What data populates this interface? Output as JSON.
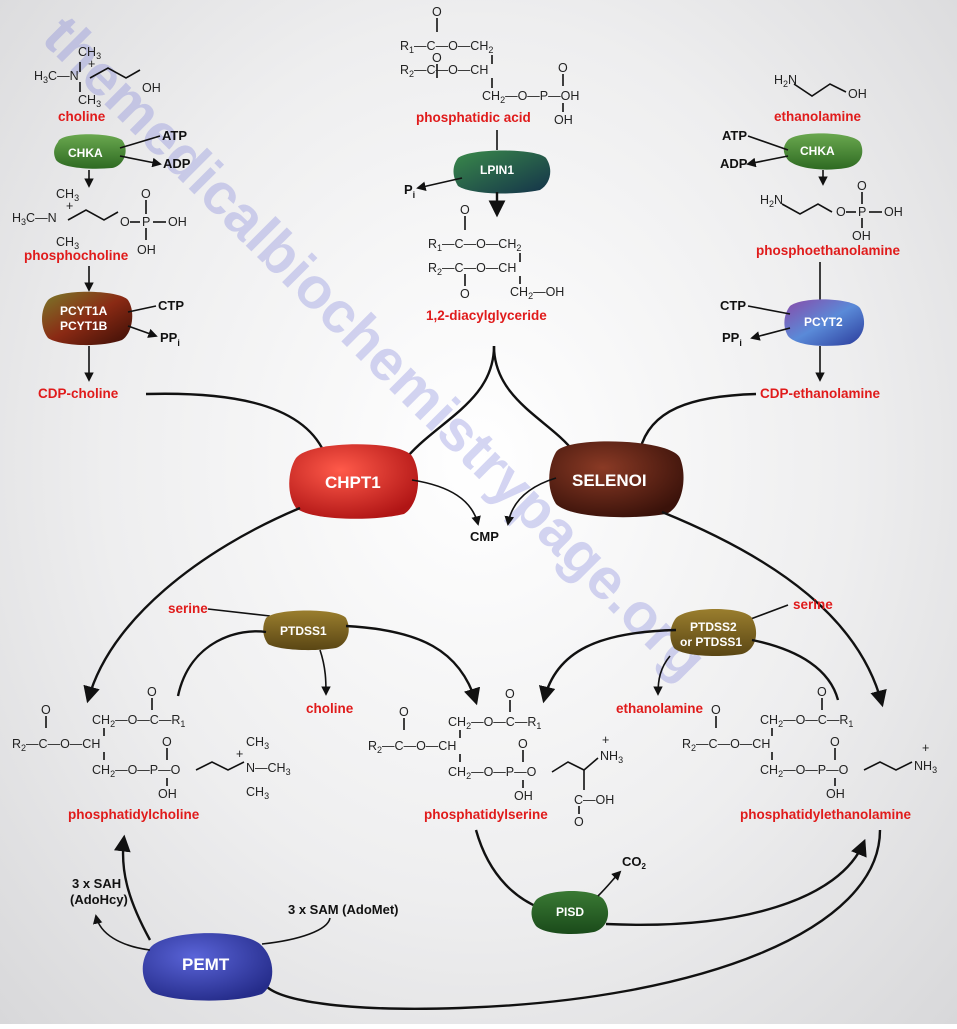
{
  "watermark": "themedicalbiochemistrypage.org",
  "compounds": {
    "choline": "choline",
    "phosphocholine": "phosphocholine",
    "cdp_choline": "CDP-choline",
    "phosphatidic_acid": "phosphatidic acid",
    "diacylglyceride": "1,2-diacylglyceride",
    "ethanolamine": "ethanolamine",
    "phosphoethanolamine": "phosphoethanolamine",
    "cdp_ethanolamine": "CDP-ethanolamine",
    "phosphatidylcholine": "phosphatidylcholine",
    "phosphatidylserine": "phosphatidylserine",
    "phosphatidylethanolamine": "phosphatidylethanolamine",
    "serine_left": "serine",
    "serine_right": "serine",
    "choline_out": "choline",
    "ethanolamine_out": "ethanolamine"
  },
  "enzymes": {
    "chka_left": "CHKA",
    "pcyt1_line1": "PCYT1A",
    "pcyt1_line2": "PCYT1B",
    "lpin1": "LPIN1",
    "chka_right": "CHKA",
    "pcyt2": "PCYT2",
    "chpt1": "CHPT1",
    "selenoi": "SELENOI",
    "ptdss1": "PTDSS1",
    "ptdss2_line1": "PTDSS2",
    "ptdss2_line2": "or PTDSS1",
    "pisd": "PISD",
    "pemt": "PEMT"
  },
  "cofactors": {
    "atp_left": "ATP",
    "adp_left": "ADP",
    "ctp_left": "CTP",
    "ppi_left": "PP",
    "pi": "P",
    "atp_right": "ATP",
    "adp_right": "ADP",
    "ctp_right": "CTP",
    "ppi_right": "PP",
    "cmp": "CMP",
    "co2": "CO",
    "sah_line1": "3 x SAH",
    "sah_line2": "(AdoHcy)",
    "sam": "3 x SAM (AdoMet)"
  },
  "colors": {
    "red_label": "#e01b1b",
    "chka": "#3f8c2c",
    "pcyt1": "#7a2a14",
    "lpin1": "#1f5a3a",
    "pcyt2": "#5a7fd0",
    "chpt1": "#e02a2a",
    "selenoi": "#5a1e12",
    "ptdss": "#7a6420",
    "pisd": "#2a5a28",
    "pemt": "#3a43b0"
  }
}
